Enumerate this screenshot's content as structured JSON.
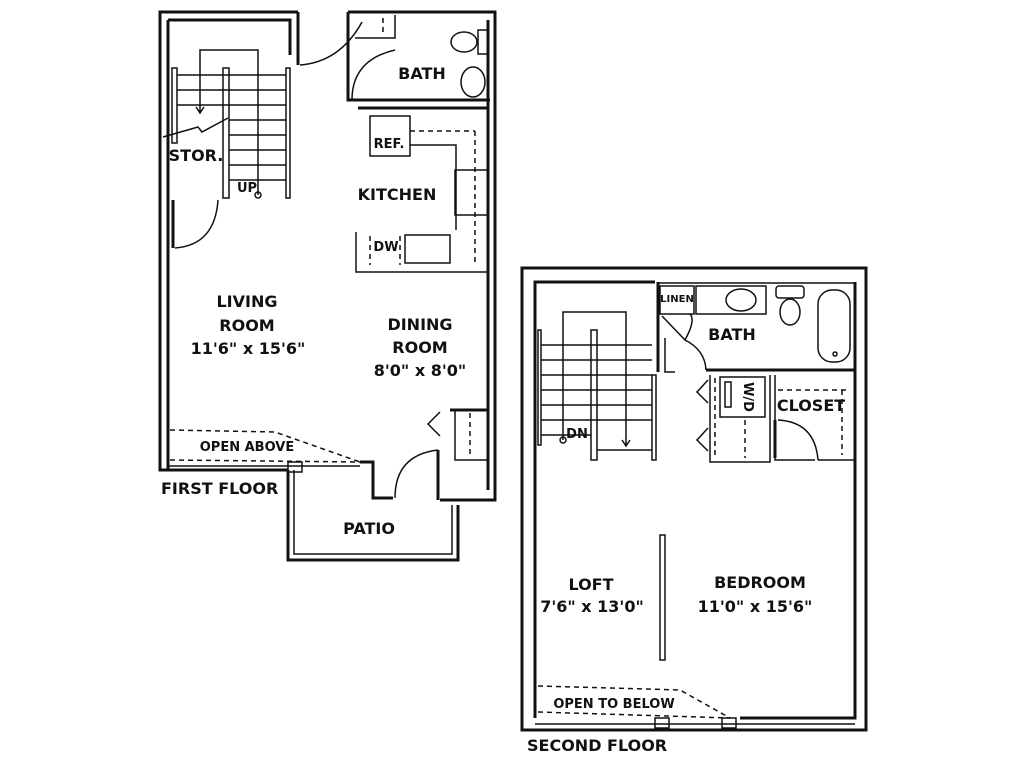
{
  "first_floor": {
    "title": "FIRST FLOOR",
    "rooms": {
      "storage": "STOR.",
      "stairs_up": "UP",
      "bath": "BATH",
      "refrigerator": "REF.",
      "kitchen": "KITCHEN",
      "dishwasher": "DW",
      "living_room_line1": "LIVING",
      "living_room_line2": "ROOM",
      "living_room_size": "11'6\" x 15'6\"",
      "dining_room_line1": "DINING",
      "dining_room_line2": "ROOM",
      "dining_room_size": "8'0\" x 8'0\"",
      "open_above": "OPEN ABOVE",
      "patio": "PATIO"
    }
  },
  "second_floor": {
    "title": "SECOND FLOOR",
    "rooms": {
      "linen": "LINEN",
      "bath": "BATH",
      "washer_dryer": "W/D",
      "closet": "CLOSET",
      "stairs_down": "DN",
      "loft": "LOFT",
      "loft_size": "7'6\" x 13'0\"",
      "bedroom": "BEDROOM",
      "bedroom_size": "11'0\" x 15'6\"",
      "open_to_below": "OPEN TO BELOW"
    }
  }
}
